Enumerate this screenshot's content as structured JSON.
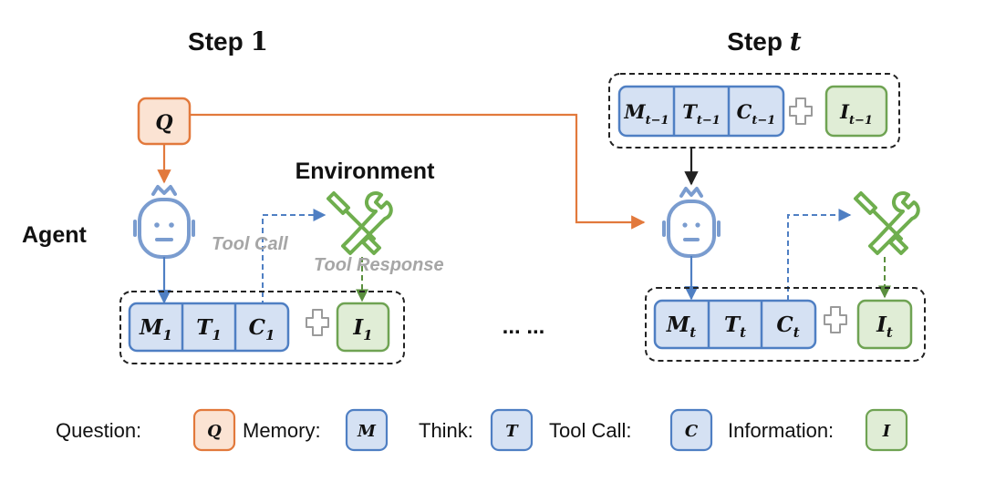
{
  "step1": {
    "word": "Step",
    "index": "1"
  },
  "stept": {
    "word": "Step",
    "index": "t"
  },
  "labels": {
    "agent": "Agent",
    "environment": "Environment",
    "tool_call": "Tool Call",
    "tool_response": "Tool Response",
    "ellipsis": "... ..."
  },
  "query": {
    "letter": "Q"
  },
  "step1_row": {
    "m": {
      "base": "M",
      "sub": "1"
    },
    "t": {
      "base": "T",
      "sub": "1"
    },
    "c": {
      "base": "C",
      "sub": "1"
    },
    "i": {
      "base": "I",
      "sub": "1"
    }
  },
  "prev_row": {
    "m": {
      "base": "M",
      "sub": "t−1"
    },
    "t": {
      "base": "T",
      "sub": "t−1"
    },
    "c": {
      "base": "C",
      "sub": "t−1"
    },
    "i": {
      "base": "I",
      "sub": "t−1"
    }
  },
  "stept_row": {
    "m": {
      "base": "M",
      "sub": "t"
    },
    "t": {
      "base": "T",
      "sub": "t"
    },
    "c": {
      "base": "C",
      "sub": "t"
    },
    "i": {
      "base": "I",
      "sub": "t"
    }
  },
  "legend": [
    {
      "label": "Question:",
      "symbol": "Q"
    },
    {
      "label": "Memory:",
      "symbol": "M"
    },
    {
      "label": "Think:",
      "symbol": "T"
    },
    {
      "label": "Tool Call:",
      "symbol": "C"
    },
    {
      "label": "Information:",
      "symbol": "I"
    }
  ],
  "colors": {
    "orange_fill": "#fbe3d3",
    "orange_stroke": "#e2793c",
    "blue_fill": "#d5e1f3",
    "blue_stroke": "#4f7fc3",
    "green_fill": "#e0edd6",
    "green_stroke": "#6fa353",
    "icon_blue": "#7a9ccf",
    "icon_green": "#6fae4e",
    "gray_text": "#a6a6a6"
  }
}
